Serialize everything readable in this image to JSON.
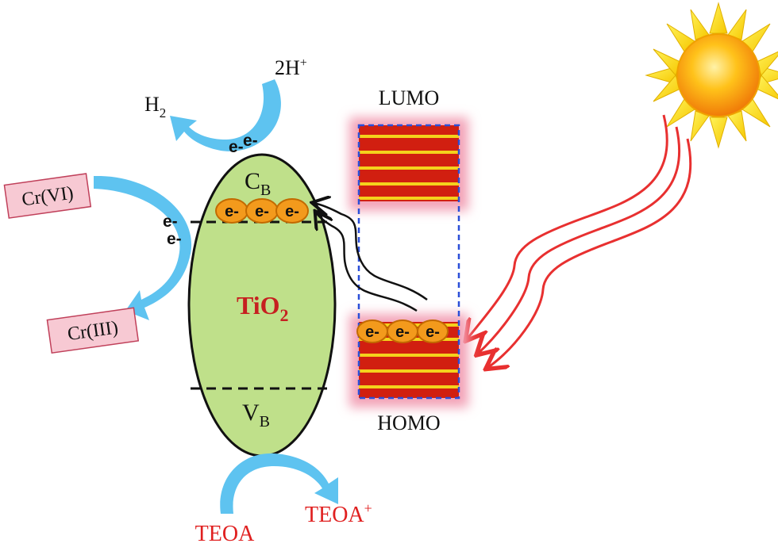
{
  "labels": {
    "lumo": "LUMO",
    "homo": "HOMO",
    "proton": "2H",
    "proton_sup": "+",
    "h2": "H",
    "h2_sub": "2",
    "cr6": "Cr(VI)",
    "cr3": "Cr(III)",
    "cb_main": "C",
    "cb_sub": "B",
    "vb_main": "V",
    "vb_sub": "B",
    "tio2_main": "TiO",
    "tio2_sub": "2",
    "teoa": "TEOA",
    "teoa_plus": "TEOA",
    "teoa_plus_sup": "+",
    "electron": "e-"
  },
  "colors": {
    "tio2_fill": "#bfe08a",
    "arrow_blue": "#5ec3f0",
    "band_red": "#d11f10",
    "band_stripe": "#f4d21c",
    "glow_pink": "#f3a3b7",
    "electron_orange": "#f39a1c",
    "light_red": "#e83030",
    "box_pink": "#f7c9d3"
  },
  "icons": {
    "sun": "sun-icon"
  }
}
